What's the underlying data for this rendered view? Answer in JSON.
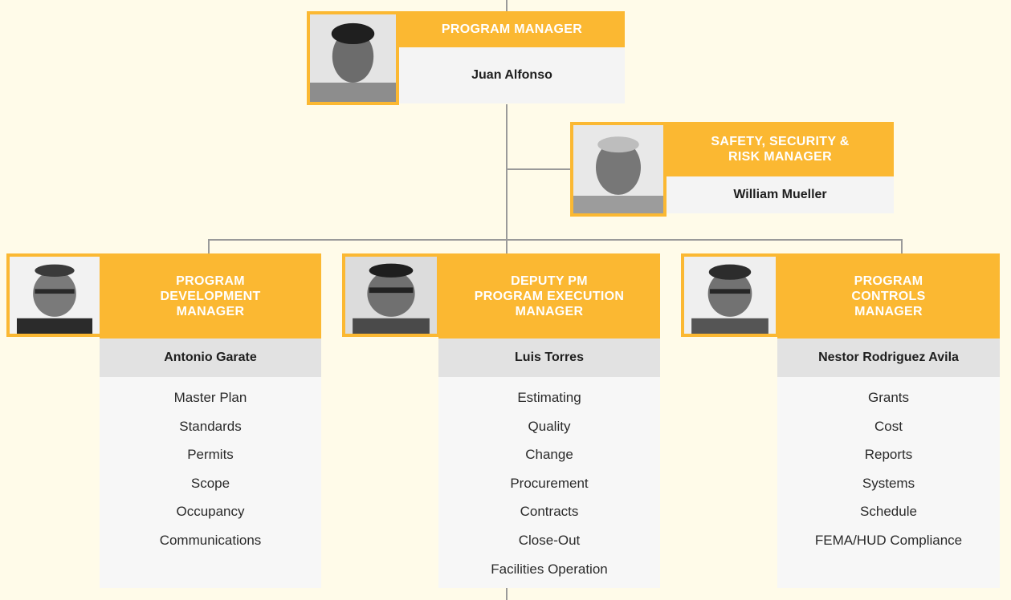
{
  "program_manager": {
    "title": "PROGRAM MANAGER",
    "name": "Juan Alfonso",
    "photo_icon": "person-photo-icon"
  },
  "safety_manager": {
    "title": "SAFETY, SECURITY &\nRISK MANAGER",
    "name": "William Mueller",
    "photo_icon": "person-photo-icon"
  },
  "development_manager": {
    "title": "PROGRAM\nDEVELOPMENT\nMANAGER",
    "name": "Antonio Garate",
    "items": [
      "Master Plan",
      "Standards",
      "Permits",
      "Scope",
      "Occupancy",
      "Communications"
    ]
  },
  "execution_manager": {
    "title": "DEPUTY PM\nPROGRAM EXECUTION\nMANAGER",
    "name": "Luis Torres",
    "items": [
      "Estimating",
      "Quality",
      "Change",
      "Procurement",
      "Contracts",
      "Close-Out",
      "Facilities Operation"
    ]
  },
  "controls_manager": {
    "title": "PROGRAM\nCONTROLS\nMANAGER",
    "name": "Nestor Rodriguez Avila",
    "items": [
      "Grants",
      "Cost",
      "Reports",
      "Systems",
      "Schedule",
      "FEMA/HUD Compliance"
    ]
  },
  "colors": {
    "accent": "#fbb832",
    "background": "#fffbe9",
    "connector": "#9a9a9a"
  }
}
